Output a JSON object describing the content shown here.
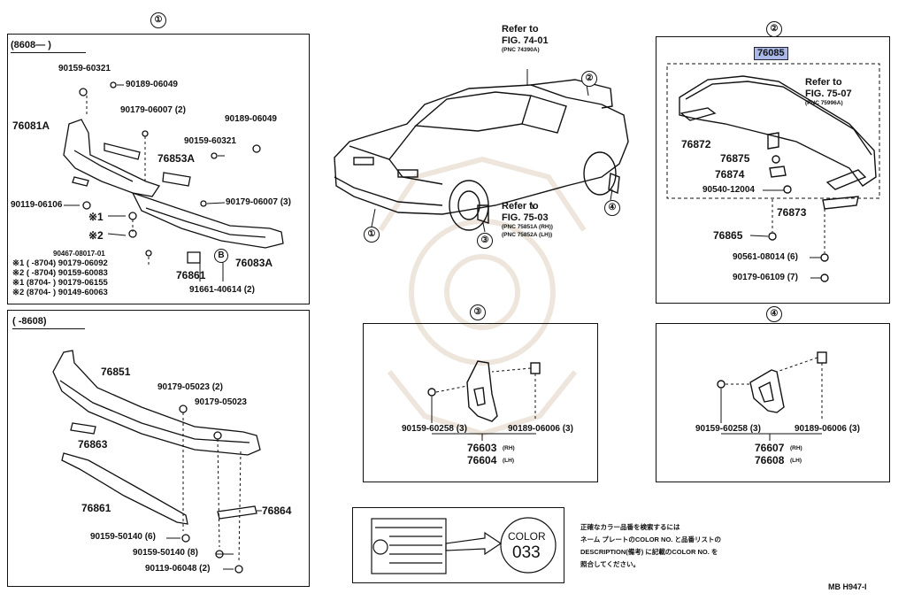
{
  "sheet_id": "MB H947-I",
  "callouts": {
    "c1": "①",
    "c2": "②",
    "c3": "③",
    "c4": "④"
  },
  "panel1": {
    "range_label": "(8608—      )",
    "parts": [
      "90159-60321",
      "90189-06049",
      "90179-06007 (2)",
      "90189-06049",
      "76081A",
      "90159-60321",
      "76853A",
      "90179-06007 (3)",
      "90119-06106",
      "※1",
      "※2",
      "90467-08017-01",
      "76861",
      "91661-40614 (2)",
      "76083A"
    ],
    "footnotes": [
      "※1 (          -8704) 90179-06092",
      "※2 (          -8704) 90159-60083",
      "※1 (8704-          ) 90179-06155",
      "※2 (8704-          ) 90149-60063"
    ]
  },
  "panel_lower": {
    "range_label": "(        -8608)",
    "parts": [
      "76851",
      "90179-05023 (2)",
      "90179-05023",
      "76863",
      "76861",
      "76864",
      "90159-50140 (6)",
      "90159-50140 (8)",
      "90119-06048 (2)"
    ]
  },
  "car": {
    "ref_top": {
      "line1": "Refer to",
      "line2": "FIG. 74-01",
      "line3": "(PNC 74390A)"
    },
    "ref_bottom": {
      "line1": "Refer to",
      "line2": "FIG. 75-03",
      "line3": "(PNC 75851A (RH))",
      "line4": "(PNC 75852A (LH))"
    }
  },
  "panel2": {
    "highlight_part": "76085",
    "ref": {
      "line1": "Refer to",
      "line2": "FIG. 75-07",
      "line3": "(PNC 75996A)"
    },
    "parts": [
      "76872",
      "76875",
      "76874",
      "90540-12004",
      "76873",
      "76865",
      "90561-08014 (6)",
      "90179-06109 (7)"
    ]
  },
  "panel3": {
    "parts": [
      "90159-60258 (3)",
      "90189-06006 (3)",
      "76603",
      "(RH)",
      "76604",
      "(LH)"
    ]
  },
  "panel4": {
    "parts": [
      "90159-60258 (3)",
      "90189-06006 (3)",
      "76607",
      "(RH)",
      "76608",
      "(LH)"
    ]
  },
  "color_note": {
    "plate_color_label": "COLOR",
    "plate_color_code": "033",
    "jp_line1": "正確なカラー品番を検索するには",
    "jp_line2": "ネーム プレートのCOLOR NO. と品番リストの",
    "jp_line3": "DESCRIPTION(備考) に記載のCOLOR NO. を",
    "jp_line4": "照合してください。"
  }
}
